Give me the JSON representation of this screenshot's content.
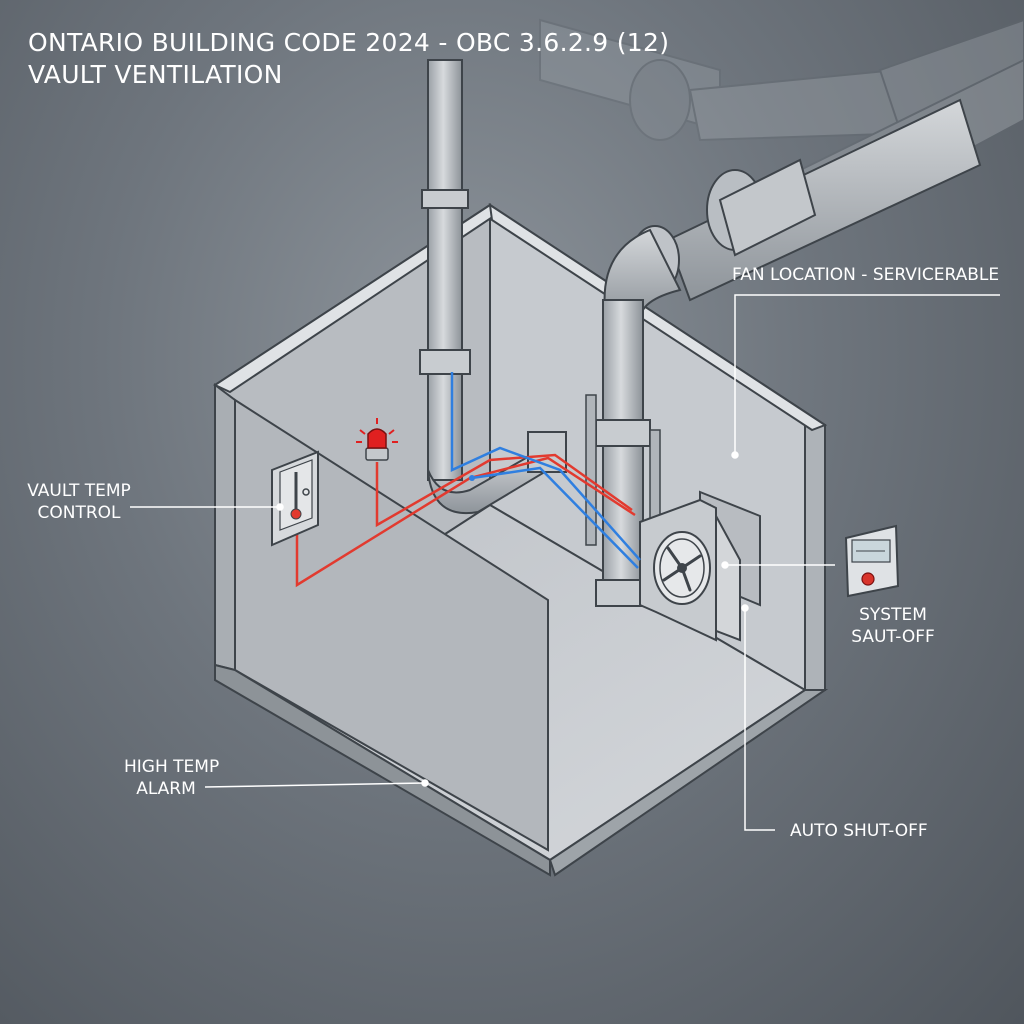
{
  "title": {
    "line1": "ONTARIO BUILDING CODE 2024 - OBC 3.6.2.9 (12)",
    "line2": "VAULT VENTILATION"
  },
  "callouts": {
    "fan_location": "FAN LOCATION - SERVICERABLE",
    "vault_temp_control": [
      "VAULT TEMP",
      "CONTROL"
    ],
    "system_shutoff": [
      "SYSTEM",
      "SAUT-OFF"
    ],
    "high_temp_alarm": [
      "HIGH TEMP",
      "ALARM"
    ],
    "auto_shutoff": "AUTO SHUT-OFF"
  },
  "colors": {
    "label_text": "#ffffff",
    "control_wire": "#e23a2f",
    "signal_wire": "#2f7fe0",
    "alarm_beacon": "#e02020",
    "shutoff_button": "#d8342b",
    "vault_wall": "#c9cdd2"
  },
  "icons": {
    "alarm": "alarm-beacon-icon",
    "thermostat": "thermostat-icon",
    "fan": "exhaust-fan-icon",
    "control_panel": "control-panel-icon"
  }
}
